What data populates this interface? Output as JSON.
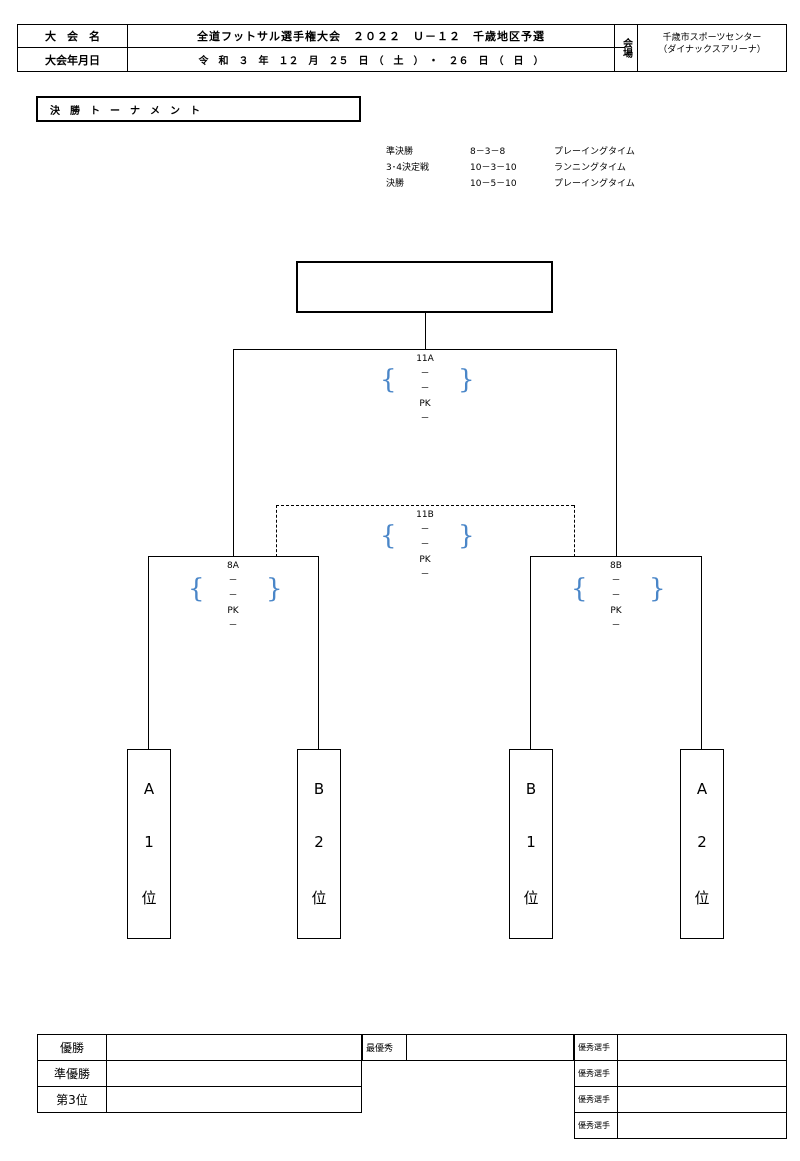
{
  "header": {
    "name_label": "大　会　名",
    "name_value": "全道フットサル選手権大会　２０２２　Ｕ－１２　千歳地区予選",
    "date_label": "大会年月日",
    "date_value": "令　和　３　年　１２　月　２５　日　（　土　）　・　２６　日　（　日　）",
    "venue_label": "会場",
    "venue_line1": "千歳市スポーツセンター",
    "venue_line2": "（ダイナックスアリーナ）"
  },
  "title": "決　勝　ト　ー　ナ　メ　ン　ト",
  "rules": [
    {
      "round": "準決勝",
      "time": "8－3－8",
      "type": "プレーイングタイム"
    },
    {
      "round": "3･4決定戦",
      "time": "10－3－10",
      "type": "ランニングタイム"
    },
    {
      "round": "決勝",
      "time": "10－5－10",
      "type": "プレーイングタイム"
    }
  ],
  "matches": {
    "final": {
      "id": "11A",
      "s1": "－",
      "s2": "－",
      "pk": "PK",
      "s3": "－"
    },
    "third": {
      "id": "11B",
      "s1": "－",
      "s2": "－",
      "pk": "PK",
      "s3": "－"
    },
    "semi_left": {
      "id": "8A",
      "s1": "－",
      "s2": "－",
      "pk": "PK",
      "s3": "－"
    },
    "semi_right": {
      "id": "8B",
      "s1": "－",
      "s2": "－",
      "pk": "PK",
      "s3": "－"
    }
  },
  "teams": [
    {
      "group": "A",
      "rank": "1",
      "suffix": "位"
    },
    {
      "group": "B",
      "rank": "2",
      "suffix": "位"
    },
    {
      "group": "B",
      "rank": "1",
      "suffix": "位"
    },
    {
      "group": "A",
      "rank": "2",
      "suffix": "位"
    }
  ],
  "results": {
    "champion": "優勝",
    "runner_up": "準優勝",
    "third": "第3位",
    "mvp": "最優秀",
    "excellent": "優秀選手"
  },
  "colors": {
    "brace": "#4a86c8"
  }
}
